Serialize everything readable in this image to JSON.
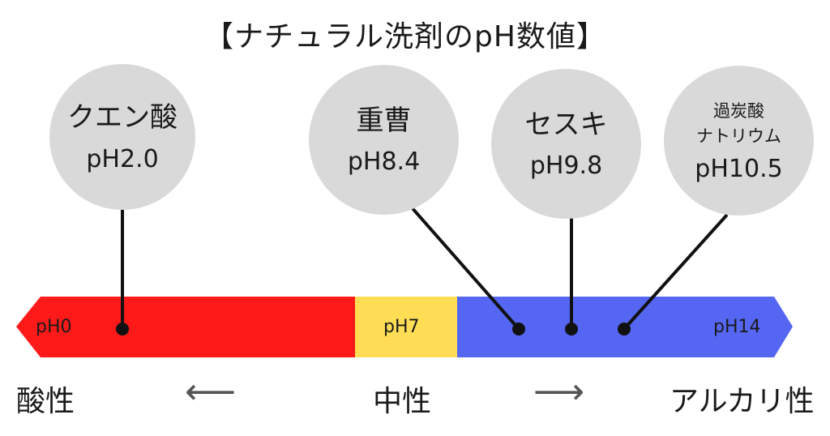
{
  "title": "【ナチュラル洗剤のpH数値】",
  "items": [
    {
      "name": "クエン酸",
      "ph_label": "pH2.0",
      "ph": 2.0
    },
    {
      "name": "重曹",
      "ph_label": "pH8.4",
      "ph": 8.4
    },
    {
      "name": "セスキ",
      "ph_label": "pH9.8",
      "ph": 9.8
    },
    {
      "name_line1": "過炭酸",
      "name_line2": "ナトリウム",
      "ph_label": "pH10.5",
      "ph": 10.5
    }
  ],
  "scale": {
    "left_label": "pH0",
    "middle_label": "pH7",
    "right_label": "pH14",
    "acid_color": "#ff1a1a",
    "neutral_color": "#ffdd55",
    "alkaline_color": "#5566f2"
  },
  "bottom": {
    "acid": "酸性",
    "neutral": "中性",
    "alkaline": "アルカリ性",
    "left_arrow": "⟵",
    "right_arrow": "⟶"
  }
}
